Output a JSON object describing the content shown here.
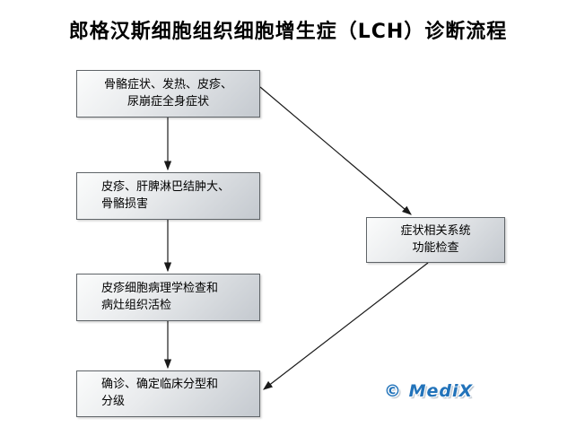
{
  "title": "郎格汉斯细胞组织细胞增生症（LCH）诊断流程",
  "boxes": [
    {
      "id": "systemic-symptoms",
      "lines": [
        "骨骼症状、发热、皮疹、",
        "尿崩症全身症状"
      ]
    },
    {
      "id": "rash-organ-involvement",
      "lines": [
        "皮疹、肝脾淋巴结肿大、",
        "骨骼损害"
      ]
    },
    {
      "id": "pathology-biopsy",
      "lines": [
        "皮疹细胞病理学检查和",
        "病灶组织活检"
      ]
    },
    {
      "id": "diagnosis-classification",
      "lines": [
        "确诊、确定临床分型和",
        "分级"
      ]
    },
    {
      "id": "system-function-exam",
      "lines": [
        "症状相关系统",
        "功能检查"
      ]
    }
  ],
  "edges": [
    {
      "from": "systemic-symptoms",
      "to": "rash-organ-involvement"
    },
    {
      "from": "rash-organ-involvement",
      "to": "pathology-biopsy"
    },
    {
      "from": "pathology-biopsy",
      "to": "diagnosis-classification"
    },
    {
      "from": "systemic-symptoms",
      "to": "system-function-exam"
    },
    {
      "from": "system-function-exam",
      "to": "diagnosis-classification"
    }
  ],
  "watermark": "© MediX",
  "colors": {
    "watermark_blue": "#2273ba",
    "box_border": "#5f6468",
    "box_fill_light": "#fbfcfc",
    "box_fill_dark": "#c4c9cf",
    "arrow": "#1a1a1a"
  }
}
